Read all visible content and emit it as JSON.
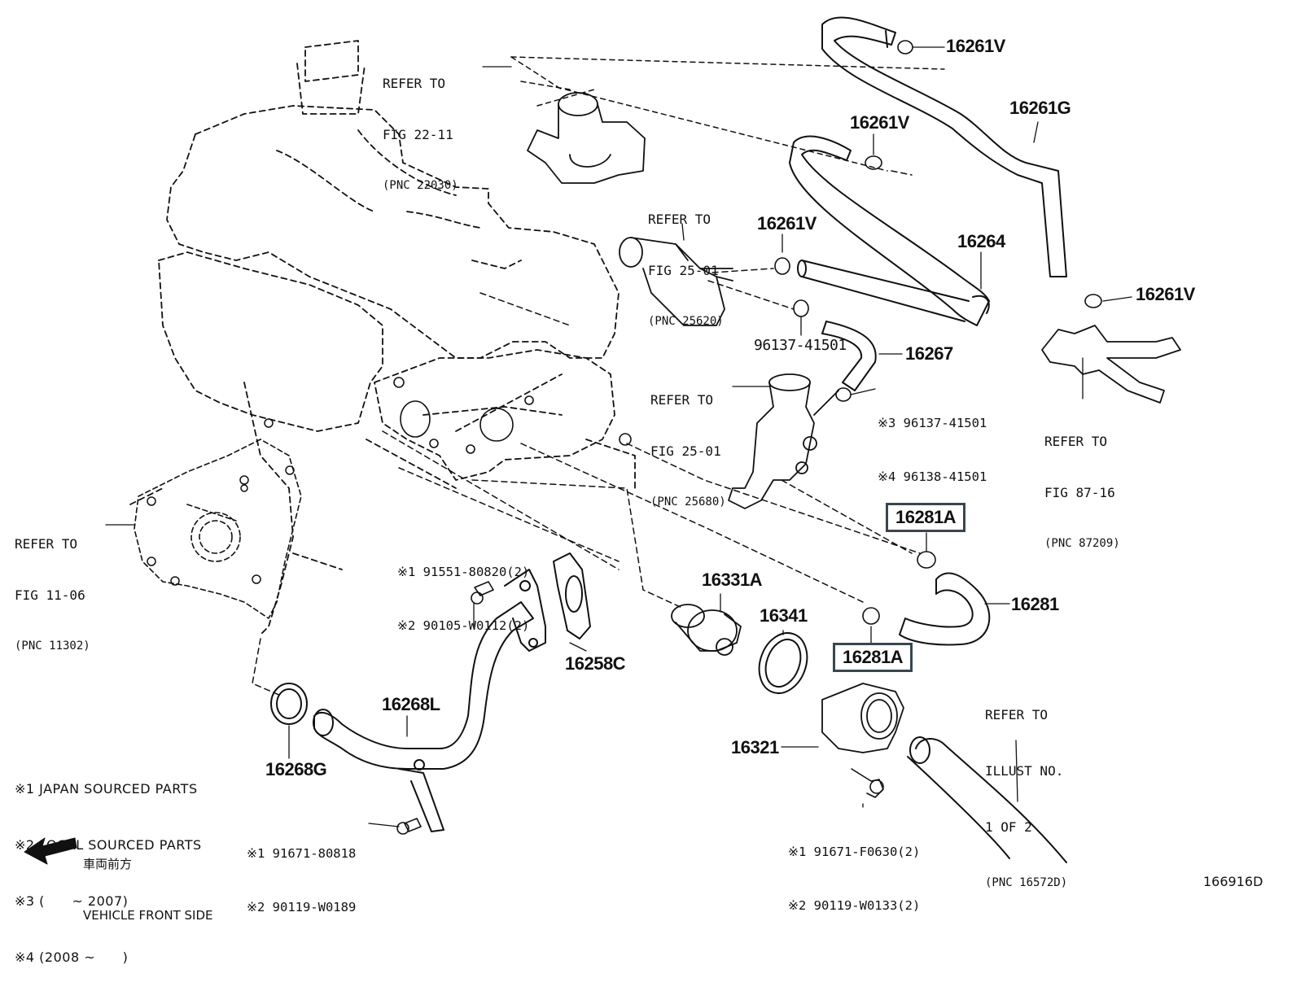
{
  "figure_id": "166916D",
  "part_numbers": {
    "p16261V_a": "16261V",
    "p16261V_b": "16261V",
    "p16261V_c": "16261V",
    "p16261V_d": "16261V",
    "p16261G": "16261G",
    "p16264": "16264",
    "p16267": "16267",
    "p16281A_top": "16281A",
    "p16281A_bottom": "16281A",
    "p16281": "16281",
    "p16331A": "16331A",
    "p16341": "16341",
    "p16258C": "16258C",
    "p16268L": "16268L",
    "p16268G": "16268G",
    "p16321": "16321",
    "p96137_41501": "96137-41501"
  },
  "references": {
    "fig22_11": [
      "REFER TO",
      "FIG 22-11",
      "(PNC 22030)"
    ],
    "fig25_01_a": [
      "REFER TO",
      "FIG 25-01",
      "(PNC 25620)"
    ],
    "fig25_01_b": [
      "REFER TO",
      "FIG 25-01",
      "(PNC 25680)"
    ],
    "fig11_06": [
      "REFER TO",
      "FIG 11-06",
      "(PNC 11302)"
    ],
    "fig87_16": [
      "REFER TO",
      "FIG 87-16",
      "(PNC 87209)"
    ],
    "illust": [
      "REFER TO",
      "ILLUST NO.",
      "1 OF 2",
      "(PNC 16572D)"
    ]
  },
  "option_parts": {
    "gasket_bolts": [
      "※1 91551-80820(2)",
      "※2 90105-W0112(2)"
    ],
    "bracket_bolts": [
      "※1 91671-80818",
      "※2 90119-W0189"
    ],
    "clamp_parts": [
      "※3 96137-41501",
      "※4 96138-41501"
    ],
    "outlet_bolts": [
      "※1 91671-F0630(2)",
      "※2 90119-W0133(2)"
    ]
  },
  "legend": [
    "※1 JAPAN SOURCED PARTS",
    "※2 LOCAL SOURCED PARTS",
    "※3 (      ~ 2007)",
    "※4 (2008 ~      )"
  ],
  "vehicle_front": {
    "jp": "車両前方",
    "en": "VEHICLE FRONT SIDE"
  },
  "colors": {
    "line": "#111111",
    "highlight_box": "#37474f"
  }
}
